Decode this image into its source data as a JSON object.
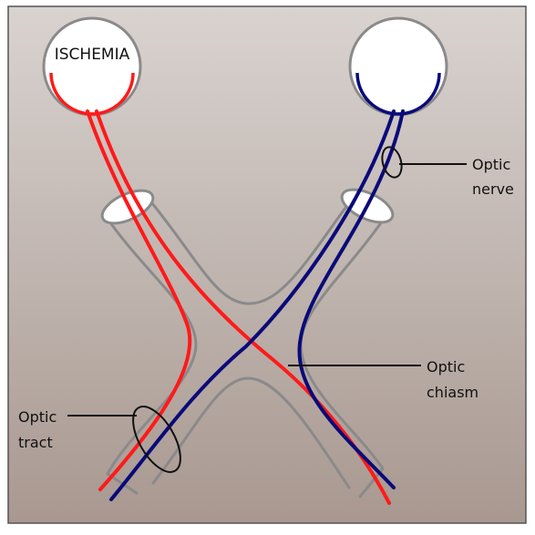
{
  "labels": {
    "ischemia": "ISCHEMIA",
    "optic_nerve": [
      "Optic",
      "nerve"
    ],
    "optic_chiasm": [
      "Optic",
      "chiasm"
    ],
    "optic_tract": [
      "Optic",
      "tract"
    ]
  },
  "colors": {
    "left_pathway": "#ff1a1a",
    "right_pathway": "#0a0a7a",
    "sheath_outline": "#8a8a8a",
    "background_top": "#d8d2cf",
    "background_bottom": "#a99a92"
  }
}
